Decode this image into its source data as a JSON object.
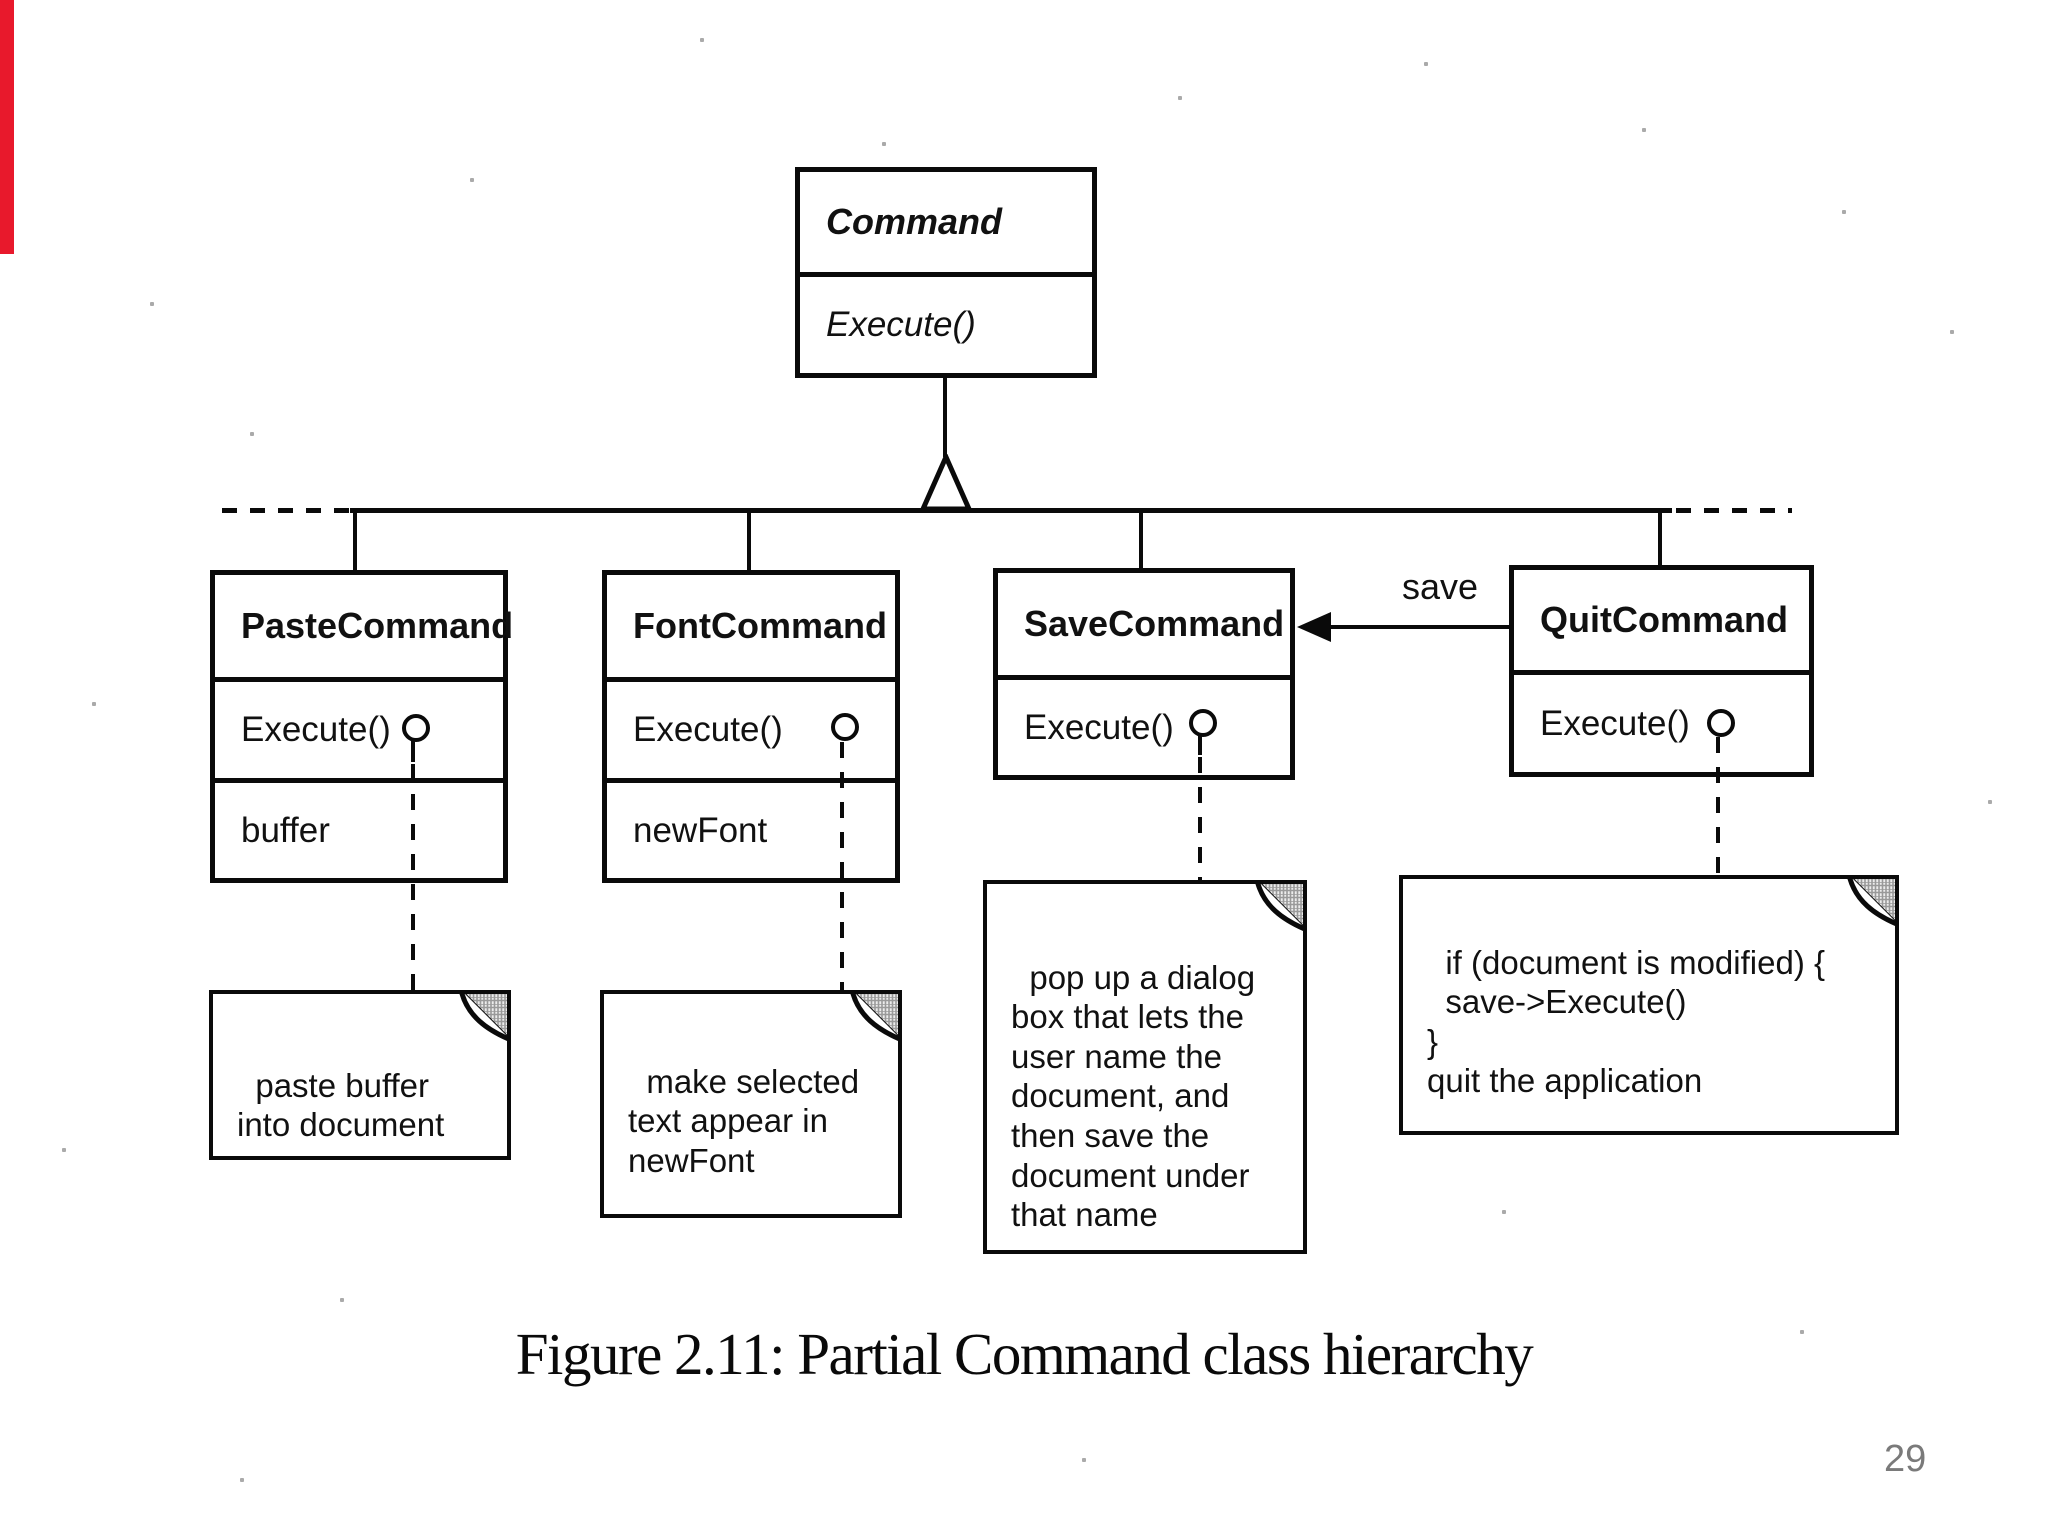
{
  "slide": {
    "page_number": "29",
    "caption": "Figure 2.11: Partial Command class hierarchy",
    "accent_color": "#e8192c",
    "page_number_color": "#7a7a7a"
  },
  "diagram": {
    "parent_class": {
      "name": "Command",
      "method": "Execute()"
    },
    "arrow_label": "save",
    "classes": [
      {
        "name": "PasteCommand",
        "method": "Execute()",
        "attribute": "buffer",
        "note": "paste buffer\ninto document"
      },
      {
        "name": "FontCommand",
        "method": "Execute()",
        "attribute": "newFont",
        "note": "make selected\ntext appear in\nnewFont"
      },
      {
        "name": "SaveCommand",
        "method": "Execute()",
        "note": "pop up a dialog\nbox that lets the\nuser name the\ndocument, and\nthen save the\ndocument under\nthat name"
      },
      {
        "name": "QuitCommand",
        "method": "Execute()",
        "note": "if (document is modified) {\n  save->Execute()\n}\nquit the application"
      }
    ]
  }
}
